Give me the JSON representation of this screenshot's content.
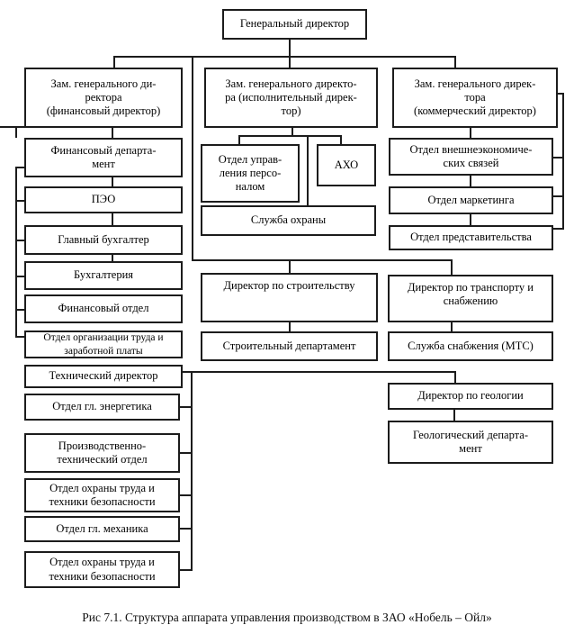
{
  "colors": {
    "line": "#1c1c1c",
    "background": "#ffffff",
    "text": "#000000"
  },
  "caption": "Рис 7.1. Структура аппарата управления производством  в ЗАО «Нобель – Ойл»",
  "nodes": {
    "general_director": {
      "label": "Генеральный директор"
    },
    "deputy_finance": {
      "label": "Зам. генерального ди-\nректора\n(финансовый директор)"
    },
    "deputy_executive": {
      "label": "Зам. генерального директо-\nра (исполнительный дирек-\nтор)"
    },
    "deputy_commercial": {
      "label": "Зам. генерального дирек-\nтора\n(коммерческий директор)"
    },
    "fin_department": {
      "label": "Финансовый департа-\nмент"
    },
    "peo": {
      "label": "ПЭО"
    },
    "chief_accountant": {
      "label": "Главный бухгалтер"
    },
    "accounting": {
      "label": "Бухгалтерия"
    },
    "fin_otdel": {
      "label": "Финансовый отдел"
    },
    "labor_org": {
      "label": "Отдел организации труда и\nзаработной платы"
    },
    "tech_director": {
      "label": "Технический директор"
    },
    "chief_power": {
      "label": "Отдел гл. энергетика"
    },
    "prod_tech": {
      "label": "Производственно-\nтехнический отдел"
    },
    "labor_safety_1": {
      "label": "Отдел охраны труда и\nтехники безопасности"
    },
    "chief_mechanic": {
      "label": "Отдел гл. механика"
    },
    "labor_safety_2": {
      "label": "Отдел охраны труда и\nтехники безопасности"
    },
    "hr_department": {
      "label": "Отдел управ-\nления персо-\nналом"
    },
    "aho": {
      "label": "АХО"
    },
    "security_service": {
      "label": "Служба охраны"
    },
    "construction_director": {
      "label": "Директор по строительству"
    },
    "construction_department": {
      "label": "Строительный департамент"
    },
    "foreign_economic": {
      "label": "Отдел внешнеэкономиче-\nских связей"
    },
    "marketing": {
      "label": "Отдел маркетинга"
    },
    "representation": {
      "label": "Отдел представительства"
    },
    "transport_director": {
      "label": "Директор по транспорту и\nснабжению"
    },
    "supply_service": {
      "label": "Служба снабжения (МТС)"
    },
    "geology_director": {
      "label": "Директор по геологии"
    },
    "geology_department": {
      "label": "Геологический департа-\nмент"
    }
  },
  "hierarchy": {
    "general_director": [
      "deputy_finance",
      "deputy_executive",
      "deputy_commercial",
      "construction_director",
      "transport_director"
    ],
    "deputy_finance": [
      "fin_department",
      "peo",
      "chief_accountant",
      "accounting",
      "fin_otdel",
      "labor_org"
    ],
    "deputy_executive": [
      "hr_department",
      "aho",
      "security_service"
    ],
    "deputy_commercial": [
      "foreign_economic",
      "marketing",
      "representation"
    ],
    "construction_director": [
      "construction_department"
    ],
    "transport_director": [
      "supply_service"
    ],
    "tech_director": [
      "chief_power",
      "prod_tech",
      "labor_safety_1",
      "chief_mechanic",
      "labor_safety_2",
      "geology_director"
    ],
    "geology_director": [
      "geology_department"
    ]
  }
}
